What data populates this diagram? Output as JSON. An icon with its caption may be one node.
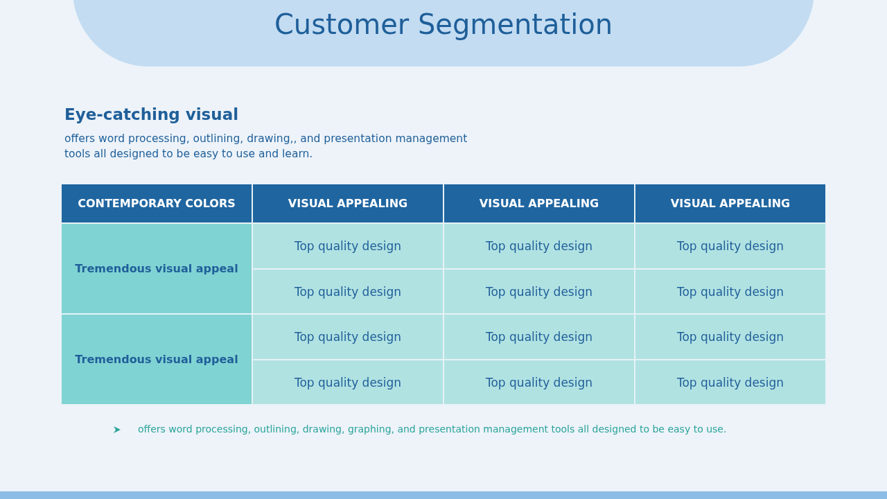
{
  "diagram": {
    "title": "Customer Segmentation",
    "labels": [
      "Eye-catching visual",
      "offers word processing, outlining, drawing,, and presentation management tools all designed to be easy to use and learn.",
      "CONTEMPORARY COLORS",
      "VISUAL APPEALING",
      "VISUAL APPEALING",
      "VISUAL APPEALING",
      "Tremendous visual appeal",
      "Top quality design",
      "Top quality design",
      "Top quality design",
      "Top quality design",
      "Top quality design",
      "Top quality design",
      "Tremendous visual appeal",
      "Top quality design",
      "Top quality design",
      "Top quality design",
      "Top quality design",
      "Top quality design",
      "Top quality design",
      "offers word processing, outlining, drawing, graphing, and presentation management tools all designed to be easy to use."
    ]
  }
}
